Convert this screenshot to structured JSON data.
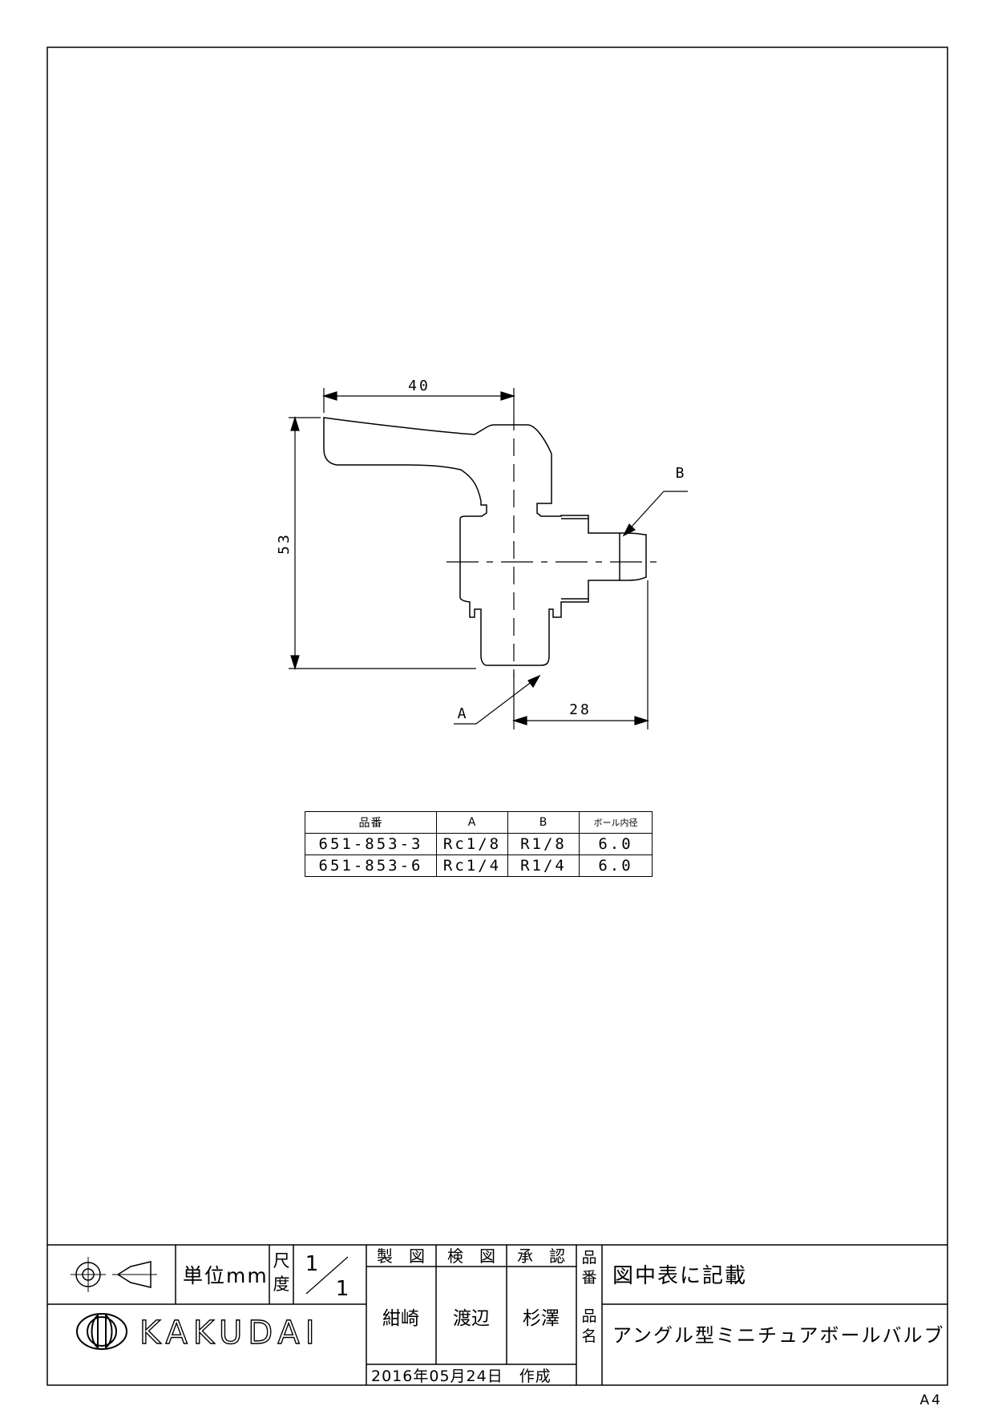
{
  "drawing": {
    "dimensions": {
      "width_lever": "40",
      "height": "53",
      "width_outlet": "28"
    },
    "port_labels": {
      "a": "A",
      "b": "B"
    }
  },
  "parts_table": {
    "headers": [
      "品番",
      "A",
      "B",
      "ボール内径"
    ],
    "rows": [
      [
        "651-853-3",
        "Rc1/8",
        "R1/8",
        "6.0"
      ],
      [
        "651-853-6",
        "Rc1/4",
        "R1/4",
        "6.0"
      ]
    ]
  },
  "title_block": {
    "unit_label": "単位mm",
    "scale_label_1": "尺",
    "scale_label_2": "度",
    "scale_numerator": "1",
    "scale_denominator": "1",
    "drawn_label": "製　図",
    "checked_label": "検　図",
    "approved_label": "承　認",
    "drawn_by": "紺崎",
    "checked_by": "渡辺",
    "approved_by": "杉澤",
    "date": "2016年05月24日　作成",
    "part_no_label_1": "品",
    "part_no_label_2": "番",
    "part_name_label_1": "品",
    "part_name_label_2": "名",
    "part_no_value": "図中表に記載",
    "part_name_value": "アングル型ミニチュアボールバルブ",
    "company": "KAKUDAI"
  },
  "sheet_size": "A4"
}
